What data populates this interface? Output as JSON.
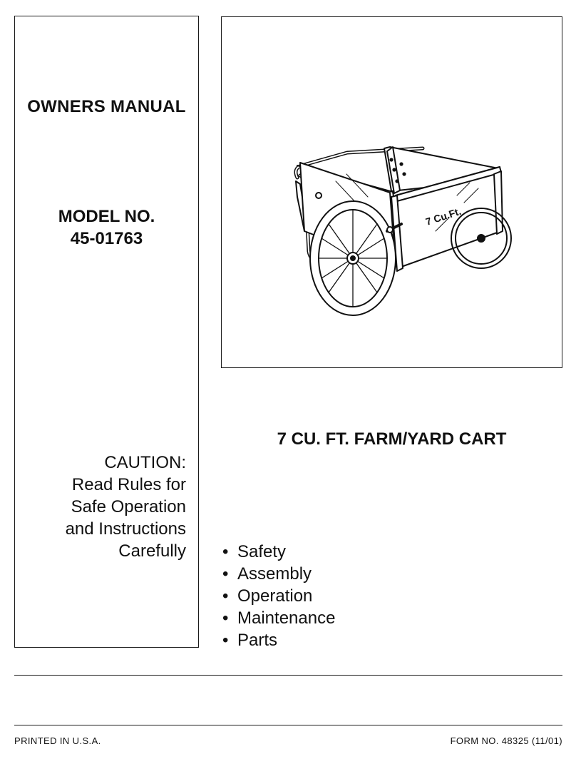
{
  "left_panel": {
    "manual_title": "OWNERS MANUAL",
    "model_label": "MODEL NO.",
    "model_number": "45-01763",
    "caution_lines": [
      "CAUTION:",
      "Read Rules for",
      "Safe Operation",
      "and Instructions",
      "Carefully"
    ]
  },
  "illustration": {
    "side_panel_text": "7 Cu.Ft."
  },
  "product_title": "7 CU. FT. FARM/YARD CART",
  "topics": [
    "Safety",
    "Assembly",
    "Operation",
    "Maintenance",
    "Parts"
  ],
  "bullet_glyph": "•",
  "footer": {
    "printed": "PRINTED IN U.S.A.",
    "form": "FORM NO. 48325 (11/01)"
  },
  "icons": {
    "illustration": "cart-illustration"
  }
}
